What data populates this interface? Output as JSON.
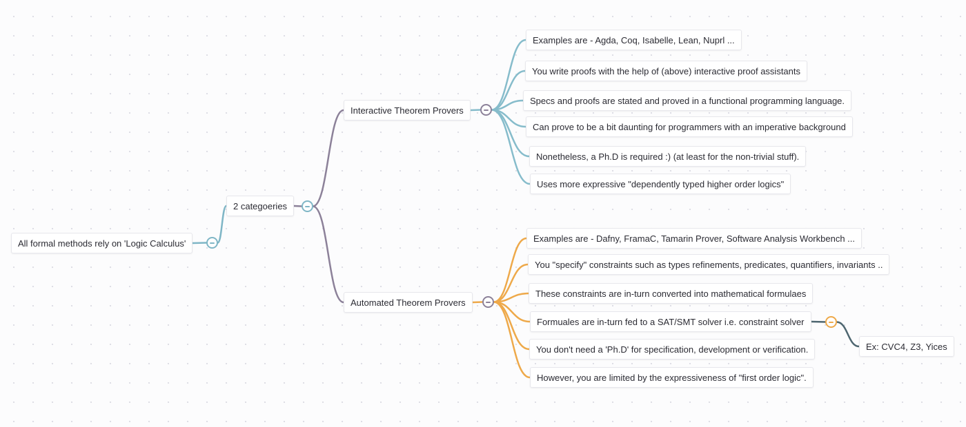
{
  "colors": {
    "link_root": "#7fb6c6",
    "link_categories": "#8c8199",
    "link_interactive": "#86bccb",
    "link_automated": "#eea94a",
    "link_solver": "#4e6670",
    "toggle_root": "#7fb6c6",
    "toggle_categories": "#7fb6c6",
    "toggle_interactive": "#8c8199",
    "toggle_automated": "#8c8199",
    "toggle_solver": "#eea94a"
  },
  "mindmap": {
    "root": "All formal methods rely on 'Logic Calculus'",
    "categories": "2 categoeries",
    "interactive": {
      "title": "Interactive Theorem Provers",
      "children": [
        "Examples are - Agda, Coq, Isabelle, Lean, Nuprl ...",
        "You write proofs with the help of (above) interactive proof assistants",
        "Specs and proofs are stated and proved in a functional programming language.",
        "Can prove to be a bit daunting for programmers with an imperative background",
        "Nonetheless, a Ph.D is required :) (at least for the non-trivial stuff).",
        "Uses more expressive \"dependently typed higher order logics\""
      ]
    },
    "automated": {
      "title": "Automated Theorem Provers",
      "children": [
        "Examples are - Dafny, FramaC, Tamarin Prover, Software Analysis Workbench ...",
        "You \"specify\" constraints such as types refinements, predicates, quantifiers, invariants ..",
        "These constraints are in-turn converted into mathematical formulaes",
        "Formuales are in-turn fed to a SAT/SMT solver i.e. constraint solver",
        "You don't need a 'Ph.D' for specification, development or verification.",
        "However, you are limited by the expressiveness of \"first order logic\"."
      ],
      "solver_example": "Ex: CVC4, Z3, Yices"
    }
  }
}
